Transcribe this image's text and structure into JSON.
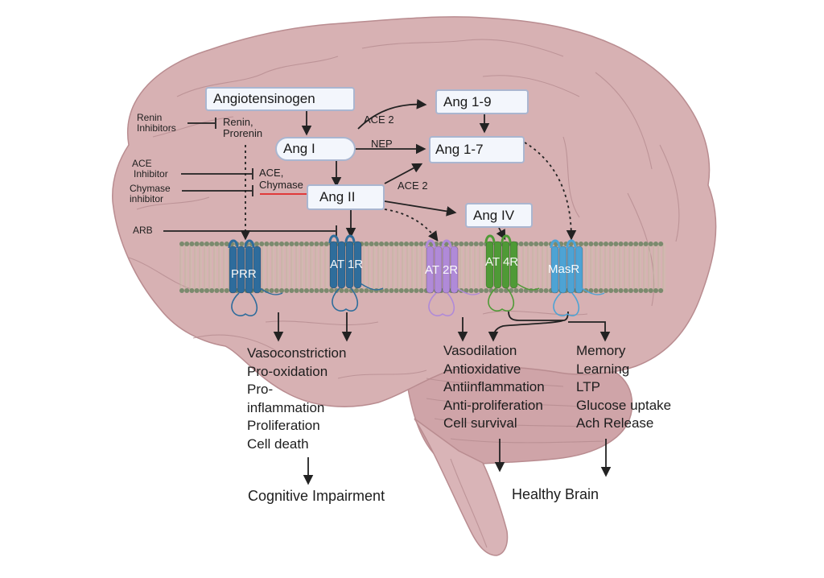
{
  "colors": {
    "brain_fill": "#d7b1b3",
    "brain_fold": "#b48a8e",
    "box_fill": "#f3f6fc",
    "box_border": "#aab6d0",
    "membrane_head": "#7b8a6e",
    "membrane_tail": "#b8b39c",
    "prr": "#2e6c9c",
    "at1r": "#2f6d9b",
    "at2r": "#b08ad8",
    "at4r": "#4f9a36",
    "masr": "#4ea3d4",
    "inhibitor_underline": "#e03a3a"
  },
  "pathway": {
    "angiotensinogen": "Angiotensinogen",
    "ang_i": "Ang I",
    "ang_ii": "Ang II",
    "ang_1_9": "Ang 1-9",
    "ang_1_7": "Ang 1-7",
    "ang_iv": "Ang IV"
  },
  "enzymes": {
    "renin": [
      "Renin,",
      "Prorenin"
    ],
    "ace_chymase": [
      "ACE,",
      "Chymase"
    ],
    "ace2_top": "ACE 2",
    "nep": "NEP",
    "ace2_mid": "ACE 2"
  },
  "inhibitors": {
    "renin_inhibitors": [
      "Renin",
      "Inhibitors"
    ],
    "ace_inhibitor": [
      "ACE",
      "Inhibitor"
    ],
    "chymase_inhibitor": [
      "Chymase",
      "inhibitor"
    ],
    "arb": "ARB"
  },
  "receptors": [
    {
      "id": "prr",
      "label": "PRR"
    },
    {
      "id": "at1r",
      "label": "AT 1R"
    },
    {
      "id": "at2r",
      "label": "AT 2R"
    },
    {
      "id": "at4r",
      "label": "AT 4R"
    },
    {
      "id": "masr",
      "label": "MasR"
    }
  ],
  "effects": {
    "harmful": [
      "Vasoconstriction",
      "Pro-oxidation",
      "Pro-",
      "inflammation",
      "Proliferation",
      "Cell death"
    ],
    "protective": [
      "Vasodilation",
      "Antioxidative",
      "Antiinflammation",
      "Anti-proliferation",
      "Cell survival"
    ],
    "cognitive": [
      "Memory",
      "Learning",
      "LTP",
      "Glucose uptake",
      "Ach Release"
    ]
  },
  "outcomes": {
    "bad": "Cognitive Impairment",
    "good": "Healthy Brain"
  }
}
